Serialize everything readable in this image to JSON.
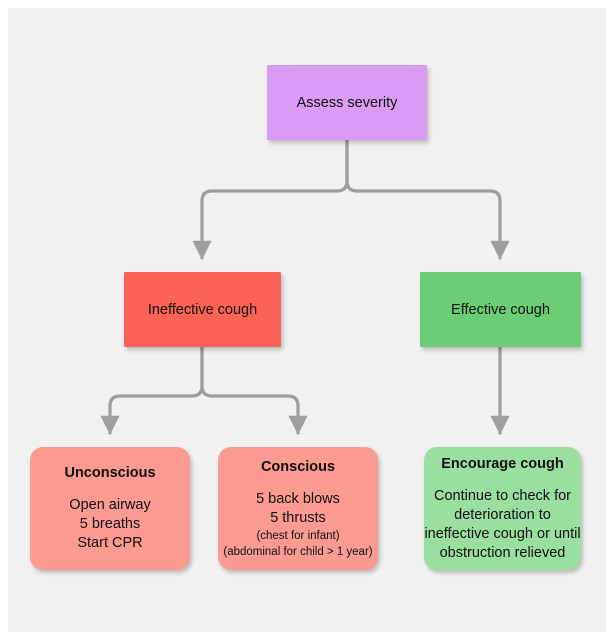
{
  "diagram": {
    "background_color": "#f1f1f1",
    "edge_color": "#9e9e9e",
    "nodes": {
      "assess_severity": {
        "label": "Assess severity",
        "color": "#DA9BF5",
        "shape": "rectangle"
      },
      "ineffective_cough": {
        "label": "Ineffective cough",
        "color": "#FB6355",
        "shape": "rectangle"
      },
      "effective_cough": {
        "label": "Effective cough",
        "color": "#6BCE77",
        "shape": "rectangle"
      },
      "unconscious": {
        "title": "Unconscious",
        "color": "#FA9A91",
        "shape": "rounded-rectangle",
        "lines": [
          "Open airway",
          "5 breaths",
          "Start CPR"
        ]
      },
      "conscious": {
        "title": "Conscious",
        "color": "#FA9A91",
        "shape": "rounded-rectangle",
        "lines": [
          "5 back blows",
          "5 thrusts"
        ],
        "small_lines": [
          "(chest for infant)",
          "(abdominal for child > 1 year)"
        ]
      },
      "encourage_cough": {
        "title": "Encourage cough",
        "color": "#9BDFA0",
        "shape": "rounded-rectangle",
        "lines": [
          "Continue to check for",
          "deterioration to",
          "ineffective cough or until",
          "obstruction relieved"
        ]
      }
    },
    "edges": [
      {
        "from": "assess_severity",
        "to": "ineffective_cough"
      },
      {
        "from": "assess_severity",
        "to": "effective_cough"
      },
      {
        "from": "ineffective_cough",
        "to": "unconscious"
      },
      {
        "from": "ineffective_cough",
        "to": "conscious"
      },
      {
        "from": "effective_cough",
        "to": "encourage_cough"
      }
    ]
  }
}
